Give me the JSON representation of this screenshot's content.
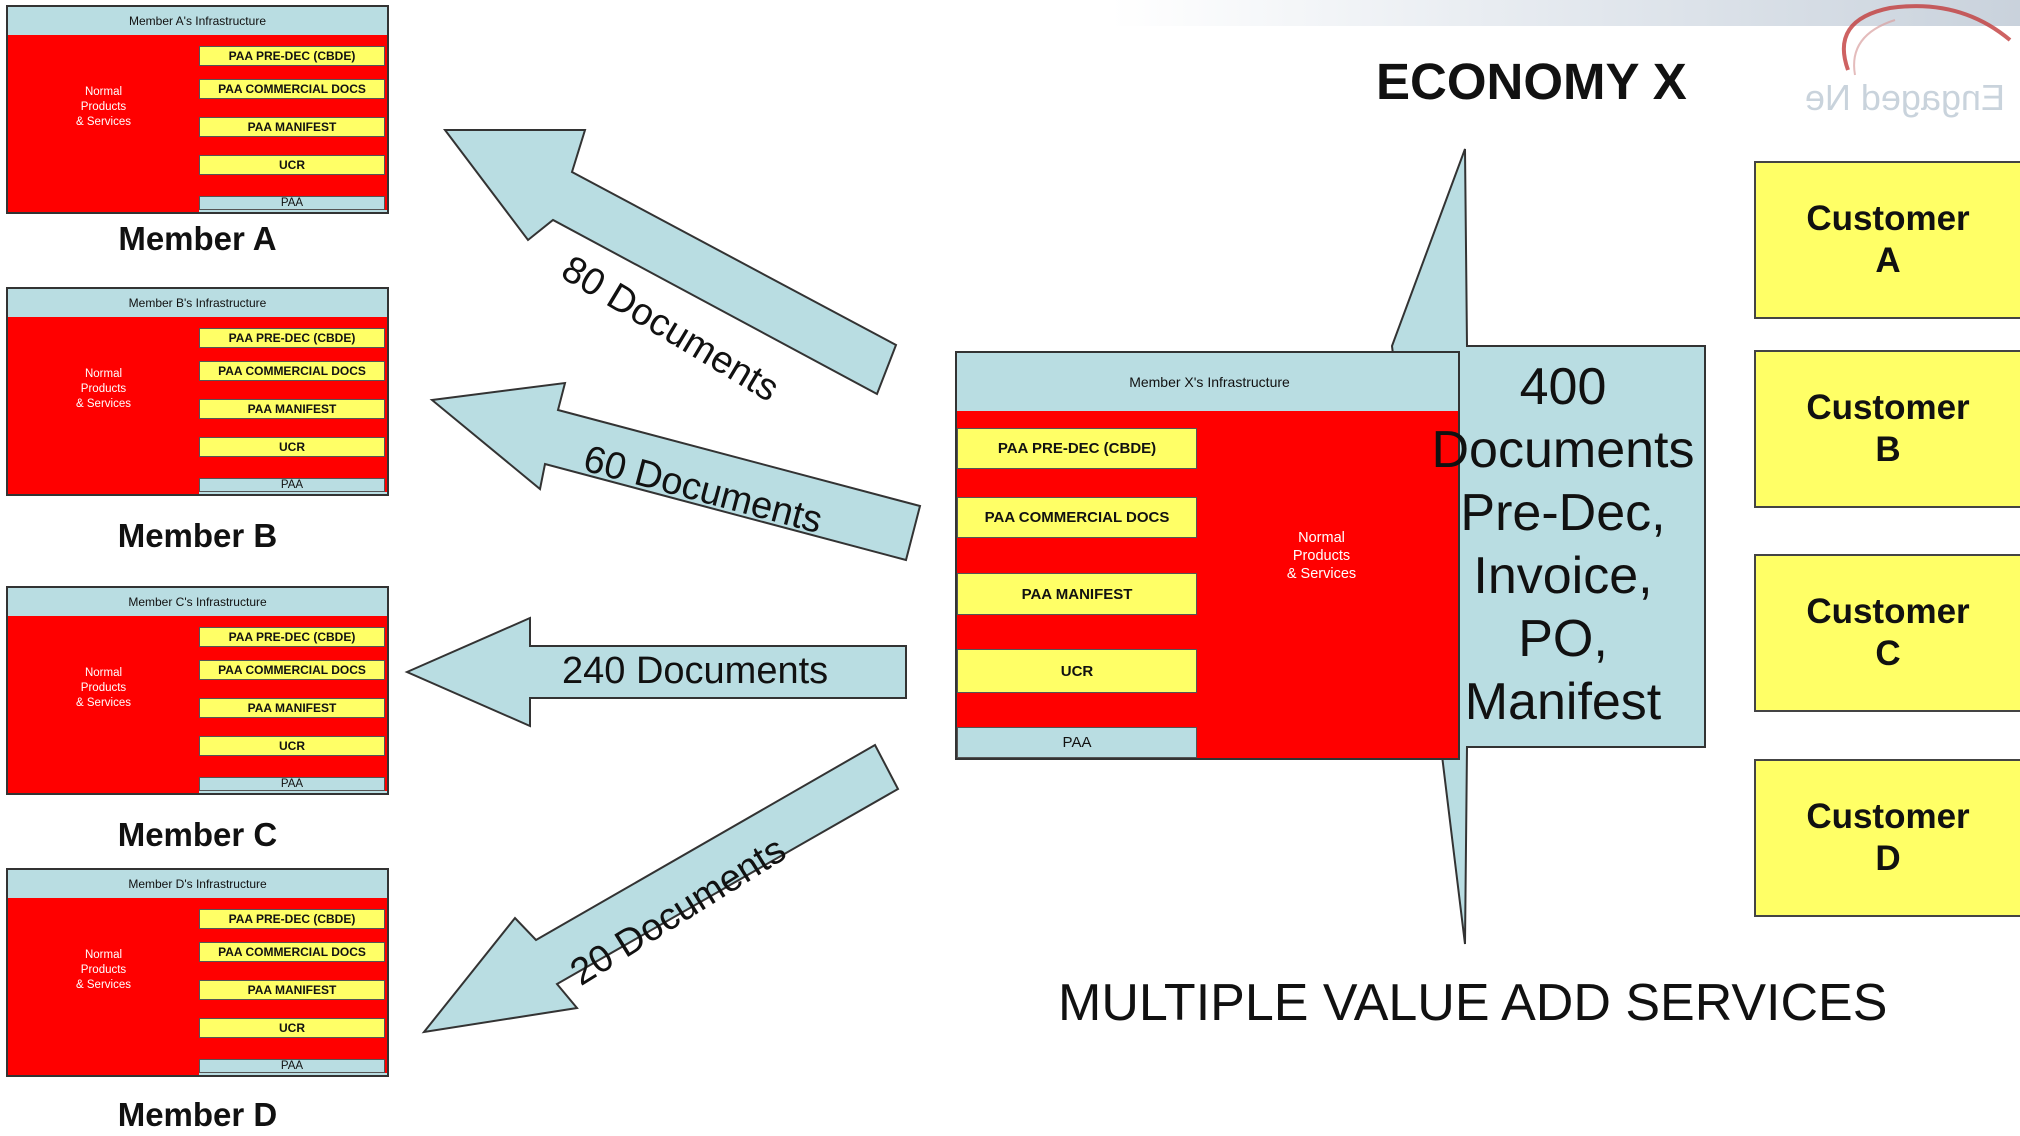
{
  "member_infra_template": {
    "bars": [
      "PAA PRE-DEC (CBDE)",
      "PAA COMMERCIAL DOCS",
      "PAA MANIFEST",
      "UCR"
    ],
    "paa": "PAA",
    "normal": [
      "Normal",
      "Products",
      "& Services"
    ]
  },
  "members": [
    {
      "infra_title": "Member A's Infrastructure",
      "label": "Member A"
    },
    {
      "infra_title": "Member B's Infrastructure",
      "label": "Member B"
    },
    {
      "infra_title": "Member C's Infrastructure",
      "label": "Member C"
    },
    {
      "infra_title": "Member D's Infrastructure",
      "label": "Member D"
    }
  ],
  "flows": [
    {
      "label": "80 Documents"
    },
    {
      "label": "60 Documents"
    },
    {
      "label": "240 Documents"
    },
    {
      "label": "20 Documents"
    }
  ],
  "economy_title": "ECONOMY X",
  "x_infra": {
    "title": "Member X's Infrastructure",
    "bars": [
      "PAA PRE-DEC (CBDE)",
      "PAA COMMERCIAL DOCS",
      "PAA MANIFEST",
      "UCR"
    ],
    "paa": "PAA",
    "normal": [
      "Normal",
      "Products",
      "& Services"
    ]
  },
  "incoming": {
    "lines": [
      "400",
      "Documents",
      "Pre-Dec,",
      "Invoice,",
      "PO,",
      "Manifest"
    ]
  },
  "customers": [
    {
      "line1": "Customer",
      "line2": "A"
    },
    {
      "line1": "Customer",
      "line2": "B"
    },
    {
      "line1": "Customer",
      "line2": "C"
    },
    {
      "line1": "Customer",
      "line2": "D"
    }
  ],
  "services_label": "MULTIPLE VALUE ADD SERVICES",
  "colors": {
    "red": "#ff0000",
    "yellow": "#ffff66",
    "light_blue": "#b9dde2",
    "outline": "#333333"
  },
  "logo_icon": "swoosh-logo-icon"
}
